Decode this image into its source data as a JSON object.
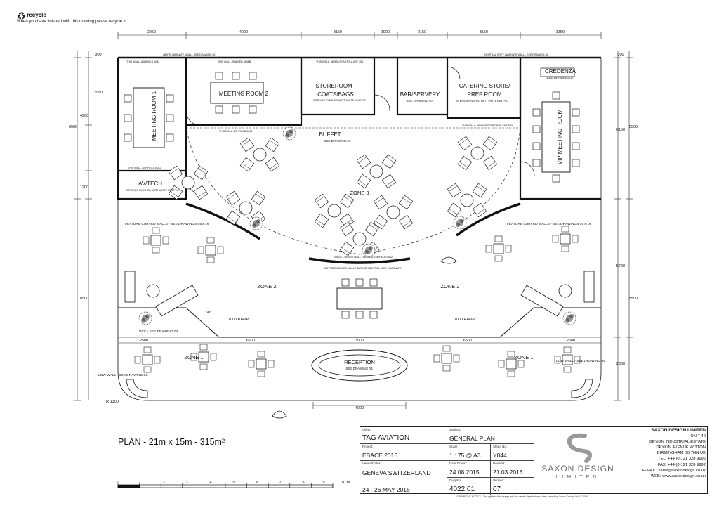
{
  "recycle": {
    "title": "recycle",
    "note": "When you have finished with this drawing please recycle it."
  },
  "dimensions": {
    "top": [
      "2950",
      "4900",
      "3150",
      "1000",
      "2150",
      "3150",
      "3350"
    ],
    "left": [
      "300",
      "2950",
      "4900",
      "6500",
      "1200",
      "8500"
    ],
    "right": [
      "300",
      "6150",
      "6500",
      "5700",
      "8500",
      "2800"
    ],
    "inner": [
      "2500",
      "6500",
      "3000",
      "6500",
      "2500"
    ],
    "bottom": "4000",
    "ramp_left": "1000  RAMP.",
    "ramp_right": "1000  RAMP.",
    "angle": "60°",
    "radius": "R 1300"
  },
  "rooms": {
    "meeting1": "MEETING ROOM 1",
    "meeting2": "MEETING ROOM 2",
    "storeroom_a": "STOREROOM -",
    "storeroom_b": "COATS/BAGS",
    "bar": "BAR/SERVERY",
    "bar_sub": "SEE DRAWING 07.",
    "catering_a": "CATERING STORE/",
    "catering_b": "PREP ROOM",
    "credenza": "CREDENZA",
    "credenza_sub": "SEE DRAWING 07.",
    "vip": "VIP MEETING ROOM",
    "avtech": "AV/TECH",
    "buffet": "BUFFET",
    "buffet_sub": "SEE DRAWING 07.",
    "zone3": "ZONE 3",
    "zone2": "ZONE 2",
    "zone1": "ZONE 1",
    "reception": "RECEPTION",
    "reception_sub": "SEE DRAWING 03."
  },
  "notes": {
    "top_wall_left": "WHITE LAMINATE WALL - SEE DRAWING 02.",
    "top_wall_right": "NEUTRAL GREY LAMINATE WALL - SEE DRAWING 02.",
    "wall_ashfield": "THIS WALL: ASHFIELD A042",
    "wall_shared": "THIS WALL: SHARED 5846B",
    "wall_newmor": "THIS WALL: NEWMOR ARTIS.A ART 104.",
    "wall_hevans": "THIS WALL: HEVANS FOREDERS CHERRY",
    "interior_finish": "INTERIOR FINISHED MATT WHITE K3/4 PVC",
    "feature_left": "FEATURE CURVED WALLS - SEE DRAWINGS 05 & 06",
    "feature_right": "FEATURE CURVED WALLS - SEE DRAWINGS 05 & 06",
    "inside_curve": "INSIDE CURVED WALL FINISHED ASHFIELD A042",
    "outside_curve": "OUTSIDE CURVED WALL FINISHED 'NEUTRAL GREY' LAMINATE.",
    "ncc": "NCC - SEE DRAWING 04.",
    "low_wall_left": "LOW WALL - SEE DRAWING 04.",
    "low_wall_right": "LOW WALL - SEE DRAWING 04."
  },
  "plan_title": "PLAN - 21m x 15m - 315m²",
  "scale_bar": [
    "0",
    "1",
    "2",
    "3",
    "4",
    "5",
    "6",
    "7",
    "8",
    "9",
    "10 M"
  ],
  "title_block": {
    "client_caption": "Client:",
    "client": "TAG AVIATION",
    "subject_caption": "Subject:",
    "subject": "GENERAL PLAN",
    "project_caption": "Project:",
    "project": "EBACE 2016",
    "scale_caption": "Scale:",
    "scale": "1 : 75 @ A3",
    "stand_caption": "Stand No:",
    "stand": "Y044",
    "venue_caption": "Venue/Dates:",
    "venue": "GENEVA SWITZERLAND",
    "dates": "24 - 26 MAY 2016",
    "drawn_caption": "Date Drawn:",
    "drawn": "24.08.2015",
    "revised_caption": "Revised:",
    "revised": "21.03.2016",
    "dwg_caption": "Dwg No:",
    "dwg": "4022.01",
    "version_caption": "Version:",
    "version": "07"
  },
  "company": {
    "logo_name": "SAXON DESIGN",
    "logo_sub": "LIMITED",
    "name": "SAXON DESIGN LIMITED",
    "lines": [
      "UNIT 40",
      "DEYKIN INDUSTRIAL ESTATE",
      "DEYKIN AVENUE    WITTON",
      "BIRMINGHAM    B6 7HN    UK",
      "TEL: +44 (0)121 328 9996",
      "FAX: +44 (0)121 328 9992",
      "E-MAIL: sales@saxondesign.co.uk",
      "WEB: www.saxondesign.co.uk"
    ]
  },
  "copyright": "COPYRIGHT NOTICE - The rights to this design and the details depicted are solely owned by Saxon Design Ltd. © 2016."
}
